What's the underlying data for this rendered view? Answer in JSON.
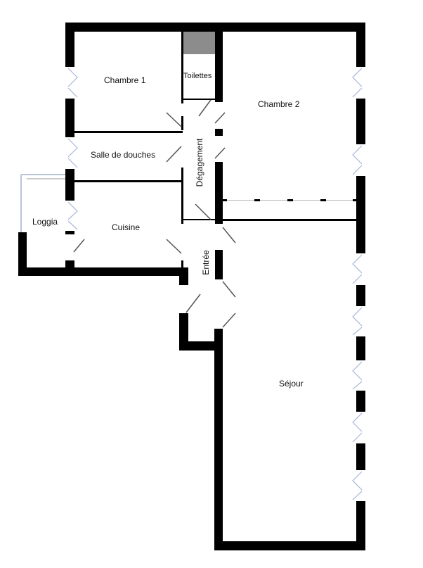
{
  "plan": {
    "rooms": {
      "chambre1": "Chambre 1",
      "toilettes": "Toilettes",
      "chambre2": "Chambre 2",
      "salle_de_douches": "Salle de douches",
      "degagement": "Dégagement",
      "loggia": "Loggia",
      "cuisine": "Cuisine",
      "entree": "Entrée",
      "sejour": "Séjour"
    },
    "colors": {
      "wall": "#000000",
      "fixture": "#8c8c8c",
      "window": "#a8b8d8",
      "door": "#555555"
    }
  }
}
